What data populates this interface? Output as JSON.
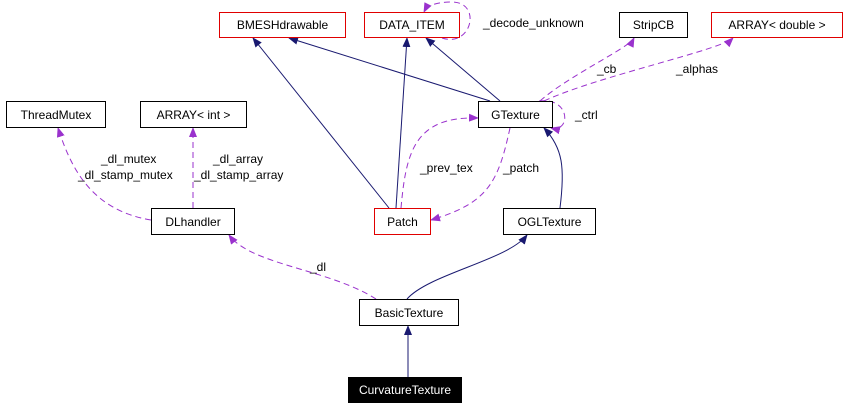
{
  "diagram": {
    "title": "CurvatureTexture collaboration graph",
    "colors": {
      "inheritance_edge": "#191970",
      "usage_edge": "#9a32cd",
      "undocumented_border": "#e00000",
      "documented_border": "#000000",
      "focus_fill": "#000000"
    },
    "nodes": [
      {
        "id": "BMESHdrawable",
        "label": "BMESHdrawable",
        "style": "red"
      },
      {
        "id": "DATA_ITEM",
        "label": "DATA_ITEM",
        "style": "red"
      },
      {
        "id": "StripCB",
        "label": "StripCB",
        "style": "black"
      },
      {
        "id": "ARRAY_double",
        "label": "ARRAY< double >",
        "style": "red"
      },
      {
        "id": "ThreadMutex",
        "label": "ThreadMutex",
        "style": "black"
      },
      {
        "id": "ARRAY_int",
        "label": "ARRAY< int >",
        "style": "black"
      },
      {
        "id": "GTexture",
        "label": "GTexture",
        "style": "black"
      },
      {
        "id": "DLhandler",
        "label": "DLhandler",
        "style": "black"
      },
      {
        "id": "Patch",
        "label": "Patch",
        "style": "red"
      },
      {
        "id": "OGLTexture",
        "label": "OGLTexture",
        "style": "black"
      },
      {
        "id": "BasicTexture",
        "label": "BasicTexture",
        "style": "black"
      },
      {
        "id": "CurvatureTexture",
        "label": "CurvatureTexture",
        "style": "focus"
      }
    ],
    "edge_labels": {
      "decode_unknown": "_decode_unknown",
      "cb": "_cb",
      "alphas": "_alphas",
      "ctrl": "_ctrl",
      "dl_mutex": "_dl_mutex",
      "dl_stamp_mutex": "_dl_stamp_mutex",
      "dl_array": "_dl_array",
      "dl_stamp_array": "_dl_stamp_array",
      "prev_tex": "_prev_tex",
      "patch": "_patch",
      "dl": "_dl"
    },
    "edges": [
      {
        "from": "GTexture",
        "to": "BMESHdrawable",
        "type": "inheritance"
      },
      {
        "from": "GTexture",
        "to": "DATA_ITEM",
        "type": "inheritance"
      },
      {
        "from": "Patch",
        "to": "BMESHdrawable",
        "type": "inheritance"
      },
      {
        "from": "Patch",
        "to": "DATA_ITEM",
        "type": "inheritance"
      },
      {
        "from": "OGLTexture",
        "to": "GTexture",
        "type": "inheritance"
      },
      {
        "from": "BasicTexture",
        "to": "OGLTexture",
        "type": "inheritance"
      },
      {
        "from": "CurvatureTexture",
        "to": "BasicTexture",
        "type": "inheritance"
      },
      {
        "from": "DATA_ITEM",
        "to": "DATA_ITEM",
        "type": "usage",
        "label": "_decode_unknown"
      },
      {
        "from": "GTexture",
        "to": "StripCB",
        "type": "usage",
        "label": "_cb"
      },
      {
        "from": "GTexture",
        "to": "ARRAY_double",
        "type": "usage",
        "label": "_alphas"
      },
      {
        "from": "GTexture",
        "to": "GTexture",
        "type": "usage",
        "label": "_ctrl"
      },
      {
        "from": "Patch",
        "to": "GTexture",
        "type": "usage",
        "label": "_prev_tex"
      },
      {
        "from": "GTexture",
        "to": "Patch",
        "type": "usage",
        "label": "_patch"
      },
      {
        "from": "DLhandler",
        "to": "ThreadMutex",
        "type": "usage",
        "label": "_dl_mutex _dl_stamp_mutex"
      },
      {
        "from": "DLhandler",
        "to": "ARRAY_int",
        "type": "usage",
        "label": "_dl_array _dl_stamp_array"
      },
      {
        "from": "BasicTexture",
        "to": "DLhandler",
        "type": "usage",
        "label": "_dl"
      }
    ]
  }
}
